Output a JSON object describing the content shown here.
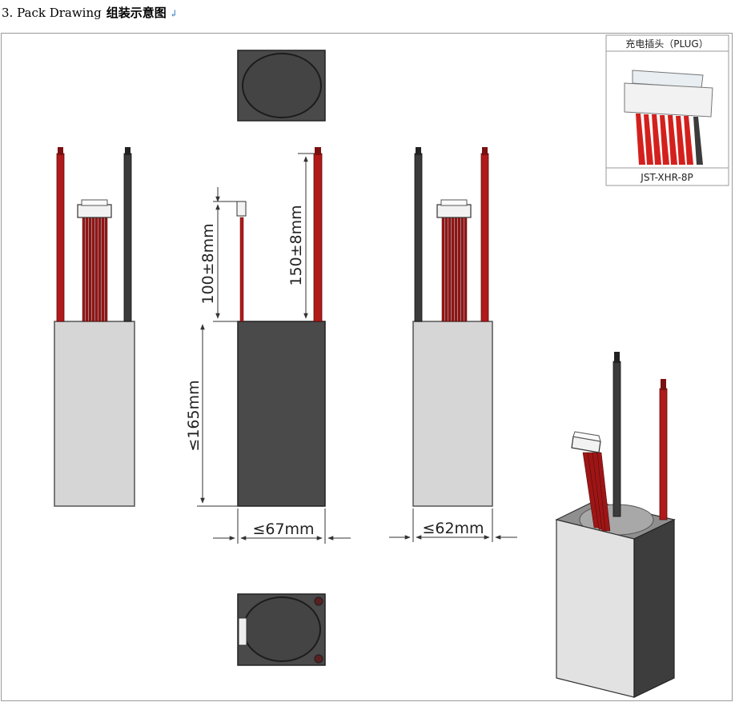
{
  "heading": {
    "title": "3. Pack Drawing",
    "title_cn": "组装示意图",
    "mark": "↲"
  },
  "plug_inset": {
    "label_cn": "充电插头（PLUG）",
    "model": "JST-XHR-8P"
  },
  "dimensions": {
    "lead_short": "100±8mm",
    "lead_long": "150±8mm",
    "length": "≤165mm",
    "width": "≤67mm",
    "depth": "≤62mm"
  },
  "colors": {
    "red_wire": "#b01a1a",
    "black_wire": "#3b3b3b",
    "pack_dark": "#4a4a4a",
    "pack_light": "#d6d6d6"
  }
}
